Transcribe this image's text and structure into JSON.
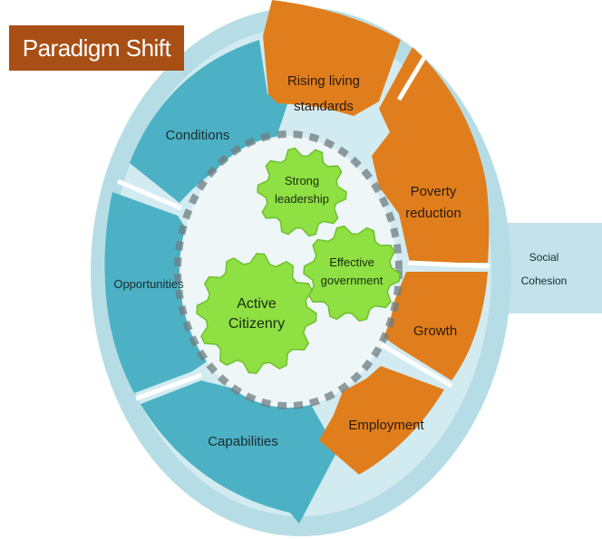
{
  "title": "Paradigm Shift",
  "colors": {
    "title_bg": "#a84f16",
    "outer_ring": "#b6dde6",
    "teal_segment": "#4cb1c4",
    "orange_segment": "#e07e1e",
    "gear_green": "#8fe043",
    "gear_track": "#6f7d82",
    "center_glow": "#eef6f8",
    "side_panel": "#c3e2ea"
  },
  "diagram": {
    "left_segments": [
      {
        "label": "Conditions"
      },
      {
        "label": "Opportunities"
      },
      {
        "label": "Capabilities"
      }
    ],
    "right_segments": [
      {
        "label_lines": [
          "Rising living",
          "standards"
        ]
      },
      {
        "label_lines": [
          "Poverty",
          "reduction"
        ]
      },
      {
        "label": "Growth"
      },
      {
        "label": "Employment"
      }
    ],
    "gears": [
      {
        "label_lines": [
          "Strong",
          "leadership"
        ]
      },
      {
        "label_lines": [
          "Effective",
          "government"
        ]
      },
      {
        "label_lines": [
          "Active",
          "Citizenry"
        ]
      }
    ],
    "side_panel": {
      "label_lines": [
        "Social",
        "Cohesion"
      ]
    }
  }
}
